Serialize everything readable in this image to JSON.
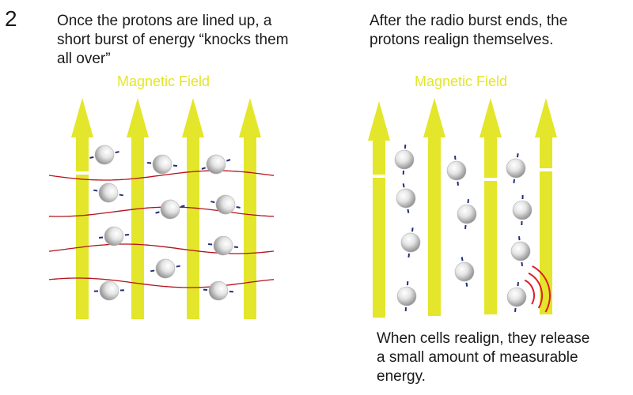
{
  "step_number": "2",
  "left_panel": {
    "caption_lines": [
      "Once the protons are lined up, a",
      "short burst of energy “knocks them",
      "all over”"
    ],
    "field_label": "Magnetic Field"
  },
  "right_panel": {
    "caption_lines": [
      "After the radio burst ends, the",
      "protons realign themselves."
    ],
    "field_label": "Magnetic Field",
    "bottom_caption_lines": [
      "When cells realign, they release",
      "a small amount of measurable",
      "energy."
    ]
  },
  "colors": {
    "field_arrow": "#e3e62a",
    "radio_wave": "#b3121c",
    "signal_arcs": "#e01b2a",
    "spin_axis": "#1f2e7a",
    "text": "#1a1a1a"
  }
}
